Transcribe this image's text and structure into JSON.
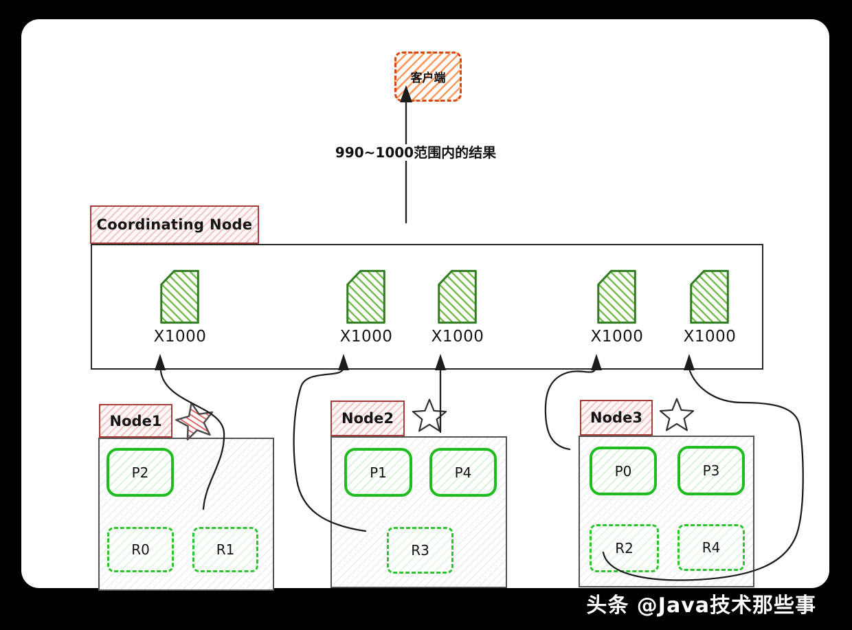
{
  "client": {
    "label": "客户端"
  },
  "arrow_label": "990~1000范围内的结果",
  "coordinating_node": {
    "label": "Coordinating Node",
    "results": [
      "X1000",
      "X1000",
      "X1000",
      "X1000",
      "X1000"
    ]
  },
  "nodes": [
    {
      "name": "Node1",
      "is_master": true,
      "primaries": [
        "P2"
      ],
      "replicas": [
        "R0",
        "R1"
      ]
    },
    {
      "name": "Node2",
      "is_master": false,
      "primaries": [
        "P1",
        "P4"
      ],
      "replicas": [
        "R3"
      ]
    },
    {
      "name": "Node3",
      "is_master": false,
      "primaries": [
        "P0",
        "P3"
      ],
      "replicas": [
        "R2",
        "R4"
      ]
    }
  ],
  "watermark": "头条 @Java技术那些事",
  "colors": {
    "client_accent": "#d9480f",
    "red_label_border": "#a83a3a",
    "primary_shard_green": "#1ebc1e",
    "replica_shard_green": "#2cc42c",
    "doc_icon_green": "#2e7d1e",
    "doc_hatch_green": "#72bb4a",
    "line_black": "#1d1d1d",
    "frame_black": "#000000"
  }
}
